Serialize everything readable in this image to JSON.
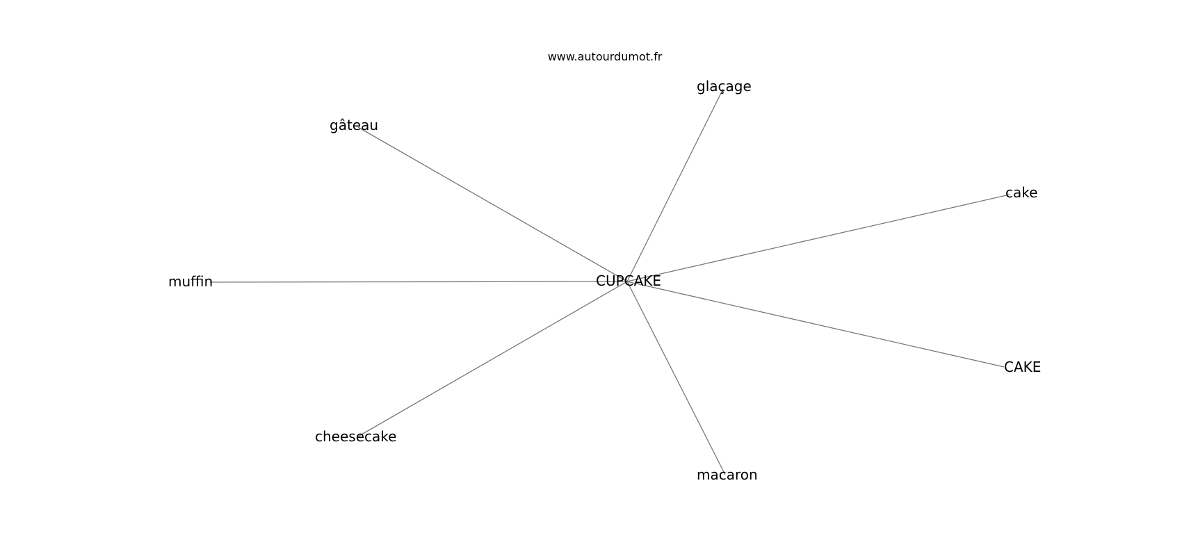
{
  "caption": "www.autourdumot.fr",
  "colors": {
    "edge": "#777777",
    "text": "#000000",
    "background": "#ffffff"
  },
  "graph": {
    "center": {
      "id": "cupcake",
      "label": "CUPCAKE"
    },
    "nodes": [
      {
        "id": "glacage",
        "label": "glaçage"
      },
      {
        "id": "gateau",
        "label": "gâteau"
      },
      {
        "id": "cake-lower",
        "label": "cake"
      },
      {
        "id": "muffin",
        "label": "muffin"
      },
      {
        "id": "cake-upper",
        "label": "CAKE"
      },
      {
        "id": "cheesecake",
        "label": "cheesecake"
      },
      {
        "id": "macaron",
        "label": "macaron"
      }
    ],
    "edges": [
      {
        "from": "cupcake",
        "to": "glacage"
      },
      {
        "from": "cupcake",
        "to": "gateau"
      },
      {
        "from": "cupcake",
        "to": "cake-lower"
      },
      {
        "from": "cupcake",
        "to": "muffin"
      },
      {
        "from": "cupcake",
        "to": "cake-upper"
      },
      {
        "from": "cupcake",
        "to": "cheesecake"
      },
      {
        "from": "cupcake",
        "to": "macaron"
      }
    ]
  }
}
